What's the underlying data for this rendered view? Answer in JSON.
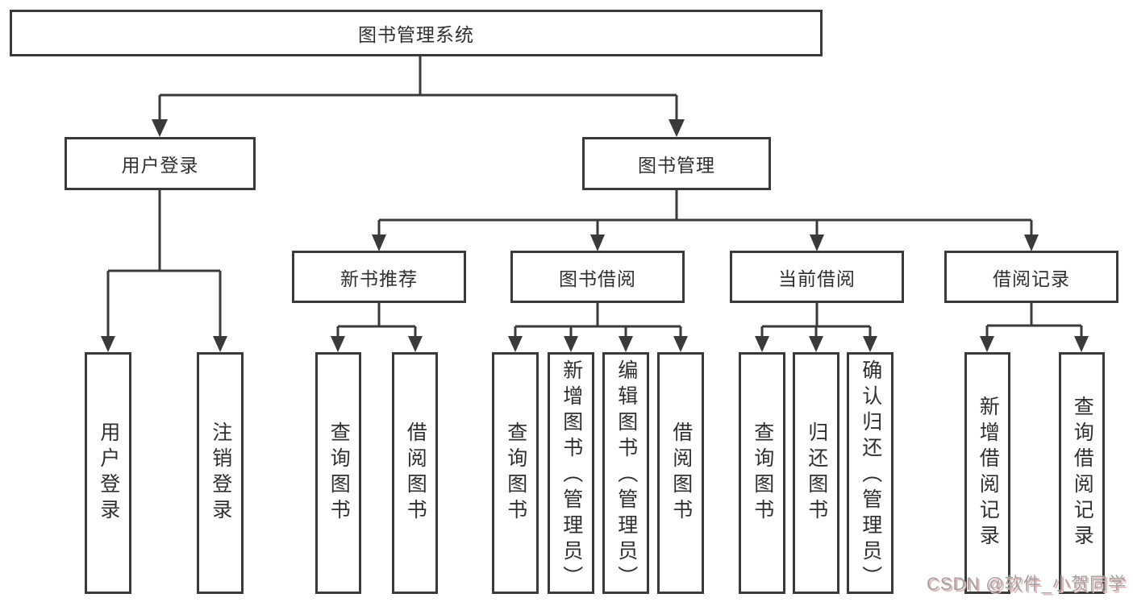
{
  "diagram": {
    "root": {
      "label": "图书管理系统"
    },
    "level1": [
      {
        "label": "用户登录"
      },
      {
        "label": "图书管理"
      }
    ],
    "login_children": [
      {
        "label": "用户登录"
      },
      {
        "label": "注销登录"
      }
    ],
    "level2": [
      {
        "label": "新书推荐"
      },
      {
        "label": "图书借阅"
      },
      {
        "label": "当前借阅"
      },
      {
        "label": "借阅记录"
      }
    ],
    "level3": {
      "recommend": [
        {
          "label": "查询图书"
        },
        {
          "label": "借阅图书"
        }
      ],
      "borrow": [
        {
          "label": "查询图书"
        },
        {
          "label": "新增图书（管理员）"
        },
        {
          "label": "编辑图书（管理员）"
        },
        {
          "label": "借阅图书"
        }
      ],
      "current": [
        {
          "label": "查询图书"
        },
        {
          "label": "归还图书"
        },
        {
          "label": "确认归还（管理员）"
        }
      ],
      "records": [
        {
          "label": "新增借阅记录"
        },
        {
          "label": "查询借阅记录"
        }
      ]
    }
  },
  "watermark": {
    "text": "CSDN @软件_小贺同学"
  },
  "colors": {
    "line": "#3a3a3a",
    "border": "#3a3a3a",
    "text": "#2f2f2f",
    "background": "#ffffff",
    "watermark": "#a3a3a3",
    "watermark_shadow": "#e3b4b4"
  }
}
